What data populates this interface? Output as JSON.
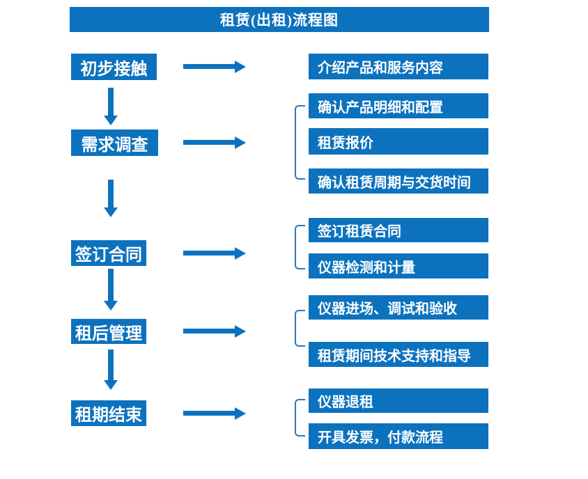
{
  "title": "租赁(出租)流程图",
  "colors": {
    "accent": "#0C72BE",
    "bracket": "#2E75B6",
    "box_text": "#FFFFFF"
  },
  "flow": [
    {
      "step": "初步接触",
      "details": [
        "介绍产品和服务内容"
      ]
    },
    {
      "step": "需求调查",
      "details": [
        "确认产品明细和配置",
        "租赁报价",
        "确认租赁周期与交货时间"
      ]
    },
    {
      "step": "签订合同",
      "details": [
        "签订租赁合同",
        "仪器检测和计量"
      ]
    },
    {
      "step": "租后管理",
      "details": [
        "仪器进场、调试和验收",
        "租赁期间技术支持和指导"
      ]
    },
    {
      "step": "租期结束",
      "details": [
        "仪器退租",
        "开具发票，付款流程"
      ]
    }
  ]
}
